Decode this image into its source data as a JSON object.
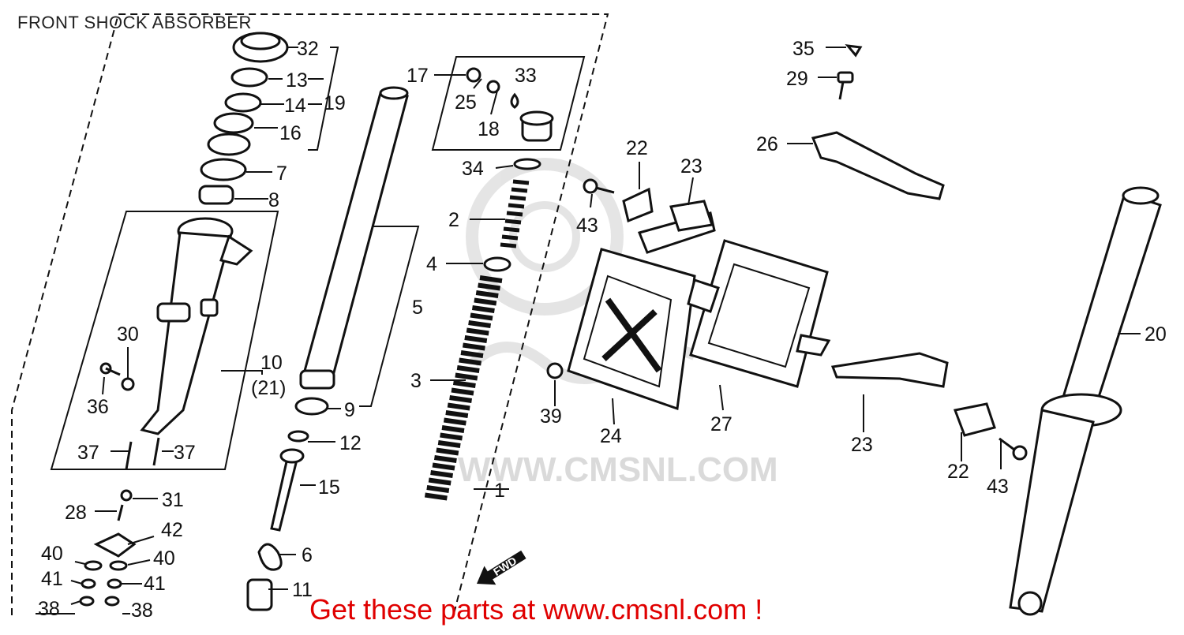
{
  "header": {
    "title": "FRONT SHOCK ABSORBER"
  },
  "footer": {
    "text": "Get these parts at www.cmsnl.com !"
  },
  "watermark": {
    "text": "WWW.CMSNL.COM"
  },
  "fwd_label": "FWD",
  "callouts": [
    "1",
    "2",
    "3",
    "4",
    "5",
    "6",
    "7",
    "8",
    "9",
    "10",
    "(21)",
    "11",
    "12",
    "13",
    "14",
    "15",
    "16",
    "17",
    "18",
    "19",
    "20",
    "22",
    "22",
    "23",
    "23",
    "24",
    "25",
    "26",
    "27",
    "28",
    "29",
    "30",
    "31",
    "32",
    "33",
    "34",
    "35",
    "36",
    "37",
    "37",
    "38",
    "38",
    "39",
    "40",
    "40",
    "41",
    "41",
    "42",
    "43",
    "43"
  ],
  "colors": {
    "footer": "#e00000",
    "ink": "#111111",
    "watermark": "#bdbdbd"
  }
}
